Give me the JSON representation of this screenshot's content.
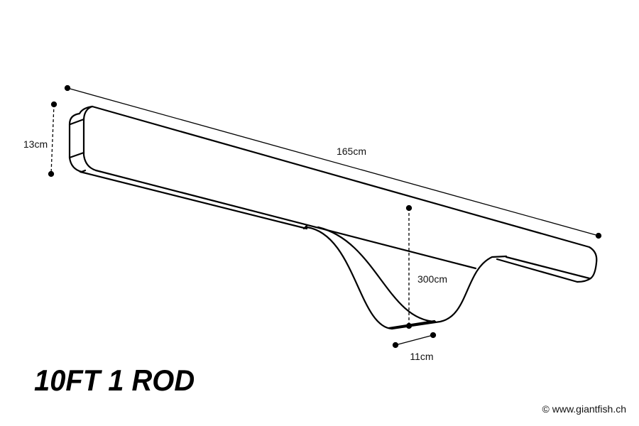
{
  "title": "10FT 1 ROD",
  "dimensions": {
    "length": "165cm",
    "height": "13cm",
    "drop": "300cm",
    "width": "11cm"
  },
  "copyright": "© www.giantfish.ch"
}
